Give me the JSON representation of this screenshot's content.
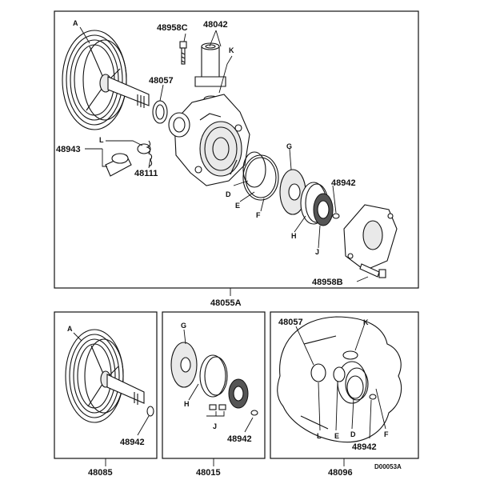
{
  "main_panel": {
    "caption": "48055A",
    "labels": {
      "a": "A",
      "n48958c": "48958C",
      "n48042": "48042",
      "k": "K",
      "n48057": "48057",
      "l": "L",
      "n48943": "48943",
      "n48111": "48111",
      "g": "G",
      "d": "D",
      "e": "E",
      "f": "F",
      "h": "H",
      "n48942": "48942",
      "j": "J",
      "n48958b": "48958B"
    }
  },
  "kit_48085": {
    "caption": "48085",
    "labels": {
      "a": "A",
      "n48942": "48942"
    }
  },
  "kit_48015": {
    "caption": "48015",
    "labels": {
      "g": "G",
      "h": "H",
      "j": "J",
      "n48942": "48942"
    }
  },
  "kit_48096": {
    "caption": "48096",
    "labels": {
      "n48057": "48057",
      "k": "K",
      "l": "L",
      "e": "E",
      "d": "D",
      "n48942": "48942",
      "f": "F"
    }
  },
  "diagram_code": "D00053A"
}
